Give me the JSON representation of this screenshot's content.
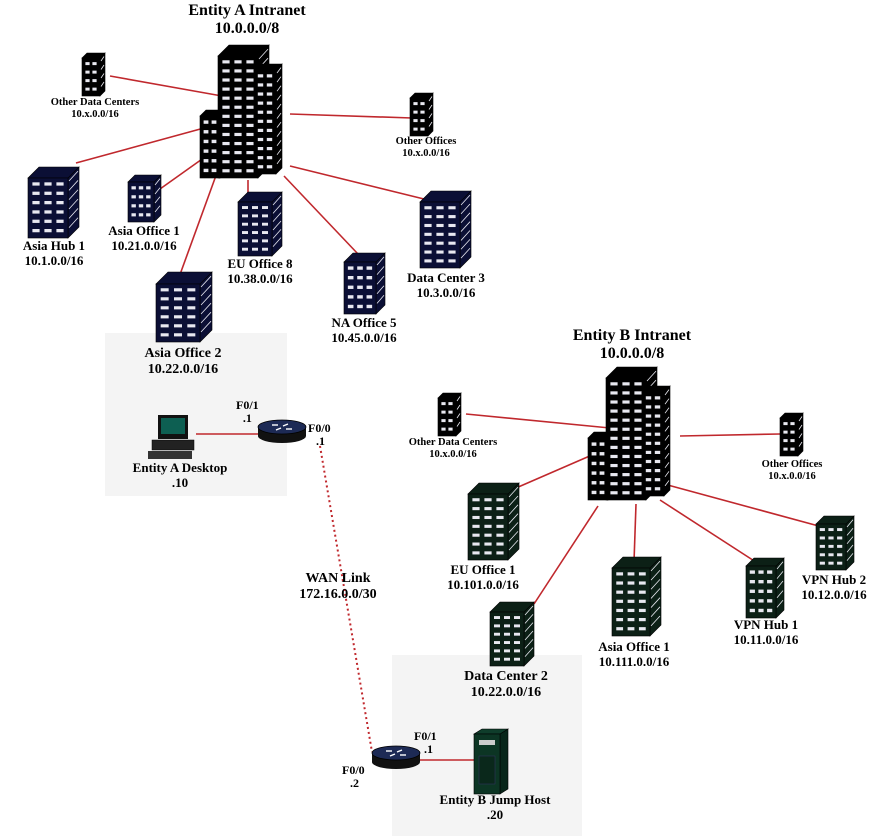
{
  "colors": {
    "link_red": "#c0282d",
    "entity_a_building": "#0b0f35",
    "entity_b_building": "#0c2016",
    "core_building": "#000000",
    "shaded_zone": "#f4f4f4",
    "window": "#e8e8f0"
  },
  "entity_a": {
    "title": "Entity A Intranet",
    "subnet": "10.0.0.0/8",
    "sites": {
      "other_dcs": {
        "name": "Other Data Centers",
        "subnet": "10.x.0.0/16"
      },
      "other_offices": {
        "name": "Other Offices",
        "subnet": "10.x.0.0/16"
      },
      "asia_hub1": {
        "name": "Asia Hub 1",
        "subnet": "10.1.0.0/16"
      },
      "asia_office1": {
        "name": "Asia Office 1",
        "subnet": "10.21.0.0/16"
      },
      "eu_office8": {
        "name": "EU Office 8",
        "subnet": "10.38.0.0/16"
      },
      "na_office5": {
        "name": "NA Office 5",
        "subnet": "10.45.0.0/16"
      },
      "dc3": {
        "name": "Data Center 3",
        "subnet": "10.3.0.0/16"
      },
      "asia_office2": {
        "name": "Asia Office 2",
        "subnet": "10.22.0.0/16"
      }
    },
    "router": {
      "lan_iface": "F0/1",
      "lan_ip": ".1",
      "wan_iface": "F0/0",
      "wan_ip": ".1"
    },
    "desktop": {
      "name": "Entity A Desktop",
      "ip": ".10"
    }
  },
  "wan": {
    "name": "WAN Link",
    "subnet": "172.16.0.0/30"
  },
  "entity_b": {
    "title": "Entity B Intranet",
    "subnet": "10.0.0.0/8",
    "sites": {
      "other_dcs": {
        "name": "Other Data Centers",
        "subnet": "10.x.0.0/16"
      },
      "other_offices": {
        "name": "Other Offices",
        "subnet": "10.x.0.0/16"
      },
      "eu_office1": {
        "name": "EU Office 1",
        "subnet": "10.101.0.0/16"
      },
      "asia_office1": {
        "name": "Asia Office 1",
        "subnet": "10.111.0.0/16"
      },
      "vpn_hub1": {
        "name": "VPN Hub 1",
        "subnet": "10.11.0.0/16"
      },
      "vpn_hub2": {
        "name": "VPN Hub 2",
        "subnet": "10.12.0.0/16"
      },
      "dc2": {
        "name": "Data Center 2",
        "subnet": "10.22.0.0/16"
      }
    },
    "router": {
      "wan_iface": "F0/0",
      "wan_ip": ".2",
      "lan_iface": "F0/1",
      "lan_ip": ".1"
    },
    "jump_host": {
      "name": "Entity B Jump Host",
      "ip": ".20"
    }
  }
}
